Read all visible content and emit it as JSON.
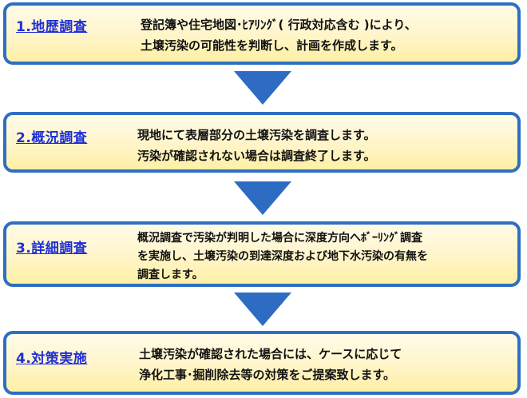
{
  "steps": [
    {
      "label": "1.地歴調査",
      "lines": [
        "登記簿や住宅地図･ﾋｱﾘﾝｸﾞ( 行政対応含む )により、",
        "土壌汚染の可能性を判断し、計画を作成します。"
      ]
    },
    {
      "label": "2.概況調査",
      "lines": [
        "現地にて表層部分の土壌汚染を調査します。",
        "汚染が確認されない場合は調査終了します。"
      ]
    },
    {
      "label": "3.詳細調査",
      "lines": [
        "概況調査で汚染が判明した場合に深度方向へﾎﾞｰﾘﾝｸﾞ調査",
        "を実施し、土壌汚染の到達深度および地下水汚染の有無を",
        "調査します。"
      ]
    },
    {
      "label": "4.対策実施",
      "lines": [
        "土壌汚染が確認された場合には、ケースに応じて",
        "浄化工事･掘削除去等の対策をご提案致します。"
      ]
    }
  ],
  "colors": {
    "border": "#2d6fc2",
    "arrow": "#2e6cc4",
    "link": "#1f2fd6",
    "box_fill": "#fff6cf"
  },
  "icons": {
    "arrow": "down-arrow-icon"
  }
}
